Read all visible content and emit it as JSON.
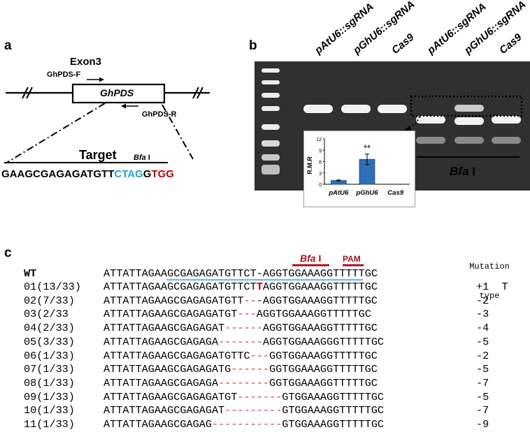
{
  "panel_a": {
    "letter": "a",
    "exon_label": "Exon3",
    "gene_label": "GhPDS",
    "primer_f": "GhPDS-F",
    "primer_r": "GhPDS-R",
    "target_label": "Target",
    "enzyme_italic": "Bfa",
    "enzyme_roman": "I",
    "seq_black": "GAAGCGAGAGATGTT",
    "seq_cyan": "CTAG",
    "seq_g": "G",
    "seq_red": "TGG"
  },
  "panel_b": {
    "letter": "b",
    "lanes": [
      "pAtU6::sgRNA",
      "pGhU6::sgRNA",
      "Cas9",
      "pAtU6::sgRNA",
      "pGhU6::sgRNA",
      "Cas9"
    ],
    "digest_italic": "Bfa",
    "digest_roman": "I",
    "colors": {
      "gel_bg": "#303030",
      "bar_fill": "#2e6fb5",
      "band": "#f2f2f2"
    },
    "inset": {
      "ylabel": "R.M.R",
      "significance": "**",
      "yticks": [
        "12",
        "9",
        "6",
        "3",
        "0"
      ]
    }
  },
  "chart_data": {
    "type": "bar",
    "title": "",
    "xlabel": "",
    "ylabel": "R.M.R",
    "categories": [
      "pAtU6",
      "pGhU6",
      "Cas9"
    ],
    "values": [
      1.0,
      6.6,
      0.0
    ],
    "errors": [
      0.15,
      1.4,
      0.0
    ],
    "ylim": [
      0,
      12
    ],
    "annotations": [
      {
        "category": "pGhU6",
        "text": "**"
      }
    ]
  },
  "panel_c": {
    "letter": "c",
    "enzyme_italic": "Bfa",
    "enzyme_roman": "I",
    "pam_label": "PAM",
    "mutation_header_1": "Mutation",
    "mutation_header_2": "type",
    "wt": {
      "label": "WT",
      "pre": "ATTATTAGAAGCGAGAGATGTTCT",
      "ins": "-",
      "post": "AGGTGGAAAGGTTTTTGC"
    },
    "rows": [
      {
        "label": "01(13/33)",
        "pre": "ATTATTAGAAGCGAGAGATGTTCT",
        "ins": "T",
        "post": "AGGTGGAAAGGTTTTTGC",
        "type": "+1  T"
      },
      {
        "label": "02(7/33)",
        "pre": "ATTATTAGAAGCGAGAGATGTT",
        "ins": "--",
        "post": "-AGGTGGAAAGGTTTTTGC",
        "type": "-2"
      },
      {
        "label": "03(2/33",
        "pre": "ATTATTAGAAGCGAGAGATGT",
        "ins": "---",
        "post": "AGGTGGAAAGGTTTTTGC",
        "type": "-3"
      },
      {
        "label": "04(2/33)",
        "pre": "ATTATTAGAAGCGAGAGAT",
        "ins": "------",
        "post": "AGGTGGAAAGGTTTTTGC",
        "type": "-4"
      },
      {
        "label": "05(3/33)",
        "pre": "ATTATTAGAAGCGAGAGA",
        "ins": "-------",
        "post": "AGGTGGAAAGGGTTTTTGC",
        "type": "-5"
      },
      {
        "label": "06(1/33)",
        "pre": "ATTATTAGAAGCGAGAGATGTTC",
        "ins": "---",
        "post": "GGTGGAAAGGTTTTTGC",
        "type": "-2"
      },
      {
        "label": "07(1/33)",
        "pre": "ATTATTAGAAGCGAGAGATG",
        "ins": "------",
        "post": "GGTGGAAAGGTTTTTGC",
        "type": "-5"
      },
      {
        "label": "08(1/33)",
        "pre": "ATTATTAGAAGCGAGAGA",
        "ins": "--------",
        "post": "GGTGGAAAGGTTTTTGC",
        "type": "-7"
      },
      {
        "label": "09(1/33)",
        "pre": "ATTATTAGAAGCGAGAGATGT",
        "ins": "-------",
        "post": "GTGGAAAGGTTTTTGC",
        "type": "-5"
      },
      {
        "label": "10(1/33)",
        "pre": "ATTATTAGAAGCGAGAGAT",
        "ins": "---------",
        "post": "GTGGAAAGGTTTTTGC",
        "type": "-7"
      },
      {
        "label": "11(1/33)",
        "pre": "ATTATTAGAAGCGAGAG",
        "ins": "-----------",
        "post": "GTGGAAAGGTTTTTGC",
        "type": "-9"
      }
    ]
  }
}
